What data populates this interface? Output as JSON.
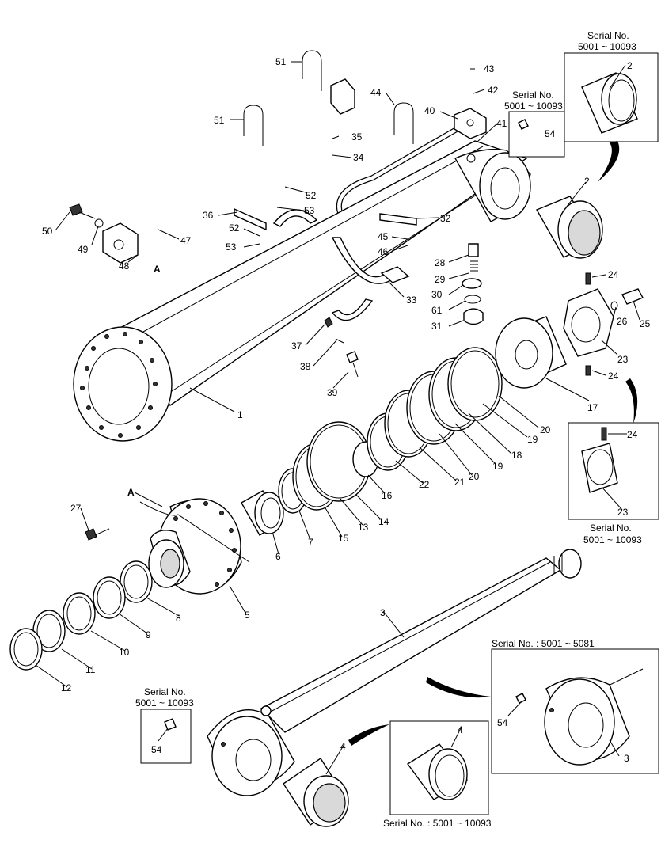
{
  "callouts": [
    {
      "id": "c51a",
      "text": "51"
    },
    {
      "id": "c51b",
      "text": "51"
    },
    {
      "id": "c44",
      "text": "44"
    },
    {
      "id": "c43",
      "text": "43"
    },
    {
      "id": "c42",
      "text": "42"
    },
    {
      "id": "c40",
      "text": "40"
    },
    {
      "id": "c41",
      "text": "41"
    },
    {
      "id": "c54a",
      "text": "54"
    },
    {
      "id": "c35",
      "text": "35"
    },
    {
      "id": "c34",
      "text": "34"
    },
    {
      "id": "c52a",
      "text": "52"
    },
    {
      "id": "c53a",
      "text": "53"
    },
    {
      "id": "c36",
      "text": "36"
    },
    {
      "id": "c32",
      "text": "32"
    },
    {
      "id": "c50",
      "text": "50"
    },
    {
      "id": "c49",
      "text": "49"
    },
    {
      "id": "c47",
      "text": "47"
    },
    {
      "id": "c52b",
      "text": "52"
    },
    {
      "id": "c53b",
      "text": "53"
    },
    {
      "id": "c45",
      "text": "45"
    },
    {
      "id": "c46",
      "text": "46"
    },
    {
      "id": "c48",
      "text": "48"
    },
    {
      "id": "cA1",
      "text": "A"
    },
    {
      "id": "c28",
      "text": "28"
    },
    {
      "id": "c29",
      "text": "29"
    },
    {
      "id": "c30",
      "text": "30"
    },
    {
      "id": "c61",
      "text": "61"
    },
    {
      "id": "c31",
      "text": "31"
    },
    {
      "id": "c33",
      "text": "33"
    },
    {
      "id": "c2a",
      "text": "2"
    },
    {
      "id": "c2b",
      "text": "2"
    },
    {
      "id": "c24a",
      "text": "24"
    },
    {
      "id": "c26",
      "text": "26"
    },
    {
      "id": "c25",
      "text": "25"
    },
    {
      "id": "c23a",
      "text": "23"
    },
    {
      "id": "c24b",
      "text": "24"
    },
    {
      "id": "c37",
      "text": "37"
    },
    {
      "id": "c38",
      "text": "38"
    },
    {
      "id": "c39",
      "text": "39"
    },
    {
      "id": "c1",
      "text": "1"
    },
    {
      "id": "c17",
      "text": "17"
    },
    {
      "id": "c20a",
      "text": "20"
    },
    {
      "id": "c19a",
      "text": "19"
    },
    {
      "id": "c18",
      "text": "18"
    },
    {
      "id": "c19b",
      "text": "19"
    },
    {
      "id": "c20b",
      "text": "20"
    },
    {
      "id": "c21",
      "text": "21"
    },
    {
      "id": "c22",
      "text": "22"
    },
    {
      "id": "c16",
      "text": "16"
    },
    {
      "id": "c14",
      "text": "14"
    },
    {
      "id": "c13",
      "text": "13"
    },
    {
      "id": "c15",
      "text": "15"
    },
    {
      "id": "c7",
      "text": "7"
    },
    {
      "id": "c6",
      "text": "6"
    },
    {
      "id": "c24c",
      "text": "24"
    },
    {
      "id": "c23b",
      "text": "23"
    },
    {
      "id": "cA2",
      "text": "A"
    },
    {
      "id": "c27",
      "text": "27"
    },
    {
      "id": "c5",
      "text": "5"
    },
    {
      "id": "c8",
      "text": "8"
    },
    {
      "id": "c9",
      "text": "9"
    },
    {
      "id": "c10",
      "text": "10"
    },
    {
      "id": "c11",
      "text": "11"
    },
    {
      "id": "c12",
      "text": "12"
    },
    {
      "id": "c3a",
      "text": "3"
    },
    {
      "id": "c54b",
      "text": "54"
    },
    {
      "id": "c54c",
      "text": "54"
    },
    {
      "id": "c3b",
      "text": "3"
    },
    {
      "id": "c4a",
      "text": "4"
    },
    {
      "id": "c4b",
      "text": "4"
    }
  ],
  "serial_notes": {
    "top_right_l1": "Serial No.",
    "top_right_l2": "5001 ~ 10093",
    "grease_l1": "Serial No.",
    "grease_l2": "5001 ~ 10093",
    "nut_l1": "Serial No.",
    "nut_l2": "5001 ~ 10093",
    "rod_head": "Serial No. : 5001 ~ 5081",
    "left_grease_l1": "Serial No.",
    "left_grease_l2": "5001 ~ 10093",
    "bushing_bottom": "Serial No. : 5001 ~ 10093"
  }
}
